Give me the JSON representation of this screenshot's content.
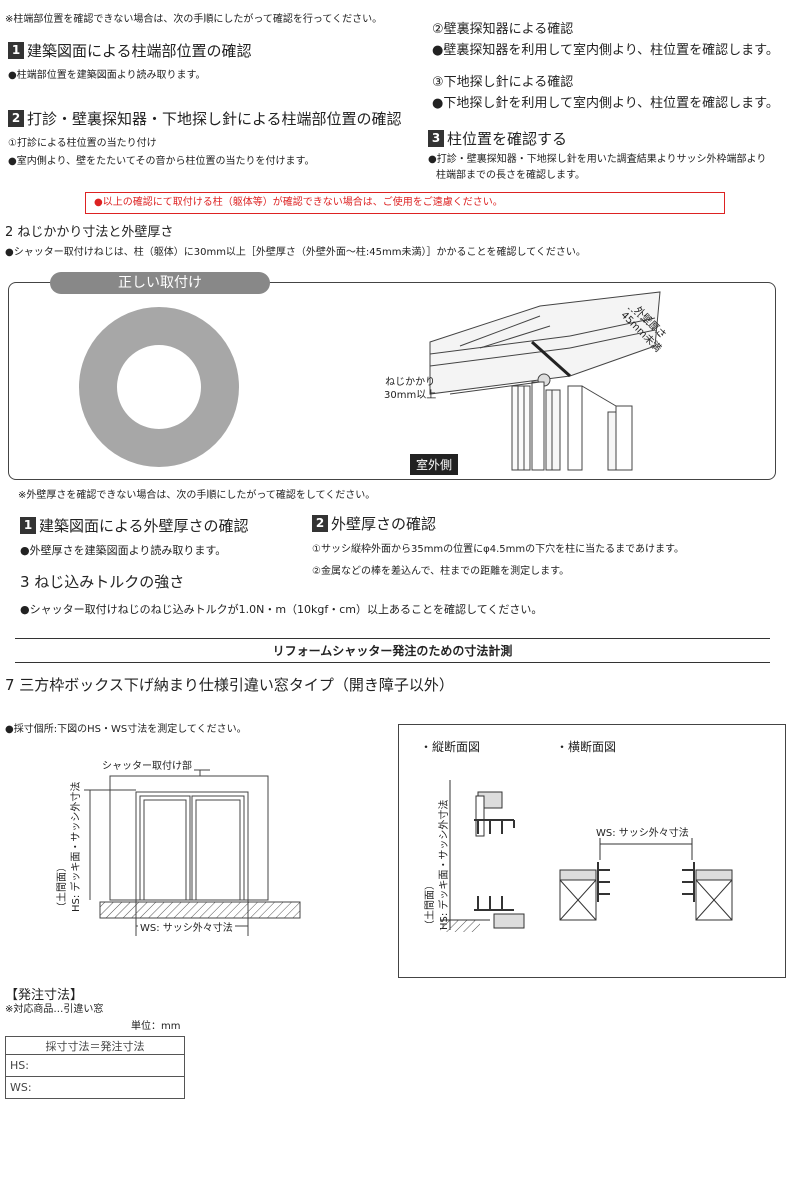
{
  "left_top": {
    "note": "※柱端部位置を確認できない場合は、次の手順にしたがって確認を行ってください。",
    "s1": {
      "num": "1",
      "title": "建築図面による柱端部位置の確認",
      "body": "●柱端部位置を建築図面より読み取ります。"
    },
    "s2": {
      "num": "2",
      "title": "打診・壁裏探知器・下地探し針による柱端部位置の確認",
      "sub": "①打診による柱位置の当たり付け",
      "body": "●室内側より、壁をたたいてその音から柱位置の当たりを付けます。"
    }
  },
  "right_top": {
    "a_title": "②壁裏探知器による確認",
    "a_body": "●壁裏探知器を利用して室内側より、柱位置を確認します。",
    "b_title": "③下地探し針による確認",
    "b_body": "●下地探し針を利用して室内側より、柱位置を確認します。",
    "s3": {
      "num": "3",
      "title": "柱位置を確認する",
      "body1": "●打診・壁裏探知器・下地探し針を用いた調査結果よりサッシ外枠端部より",
      "body2": "柱端部までの長さを確認します。"
    }
  },
  "warning": "●以上の確認にて取付ける柱（躯体等）が確認できない場合は、ご使用をご遠慮ください。",
  "section2": {
    "title": "2 ねじかかり寸法と外壁厚さ",
    "body": "●シャッター取付けねじは、柱（躯体）に30mm以上［外壁厚さ（外壁外面〜柱:45mm未満）］かかることを確認してください。",
    "panel_tab": "正しい取付け",
    "label_screw1": "ねじかかり",
    "label_screw2": "30mm以上",
    "label_wall1": "外壁厚さ",
    "label_wall2": "45mm未満",
    "label_outside": "室外側"
  },
  "wall_note": "※外壁厚さを確認できない場合は、次の手順にしたがって確認をしてください。",
  "wall_s1": {
    "num": "1",
    "title": "建築図面による外壁厚さの確認",
    "body": "●外壁厚さを建築図面より読み取ります。"
  },
  "wall_s2": {
    "num": "2",
    "title": "外壁厚さの確認",
    "body1": "①サッシ縦枠外面から35mmの位置にφ4.5mmの下穴を柱に当たるまであけます。",
    "body2": "②金属などの棒を差込んで、柱までの距離を測定します。"
  },
  "section3": {
    "title": "3 ねじ込みトルクの強さ",
    "body": "●シャッター取付けねじのねじ込みトルクが1.0N・m（10kgf・cm）以上あることを確認してください。"
  },
  "banner": "リフォームシャッター発注のための寸法計測",
  "section7": {
    "title": "7 三方枠ボックス下げ納まり仕様引違い窓タイプ（開き障子以外）",
    "measure": "●採寸個所:下図のHS・WS寸法を測定してください。",
    "label_attach": "シャッター取付け部",
    "label_hs1": "（土間面）",
    "label_hs2": "HS: デッキ面・サッシ外寸法",
    "label_ws": "WS: サッシ外々寸法",
    "vert_title": "・縦断面図",
    "horiz_title": "・横断面図",
    "r_label_ws": "WS: サッシ外々寸法",
    "r_label_hs1": "（土間面）",
    "r_label_hs2": "HS: デッキ面・サッシ外寸法"
  },
  "order": {
    "title": "【発注寸法】",
    "applicable": "※対応商品…引違い窓",
    "unit": "単位：mm",
    "header": "採寸寸法＝発注寸法",
    "rows": [
      "HS:",
      "WS:"
    ]
  }
}
